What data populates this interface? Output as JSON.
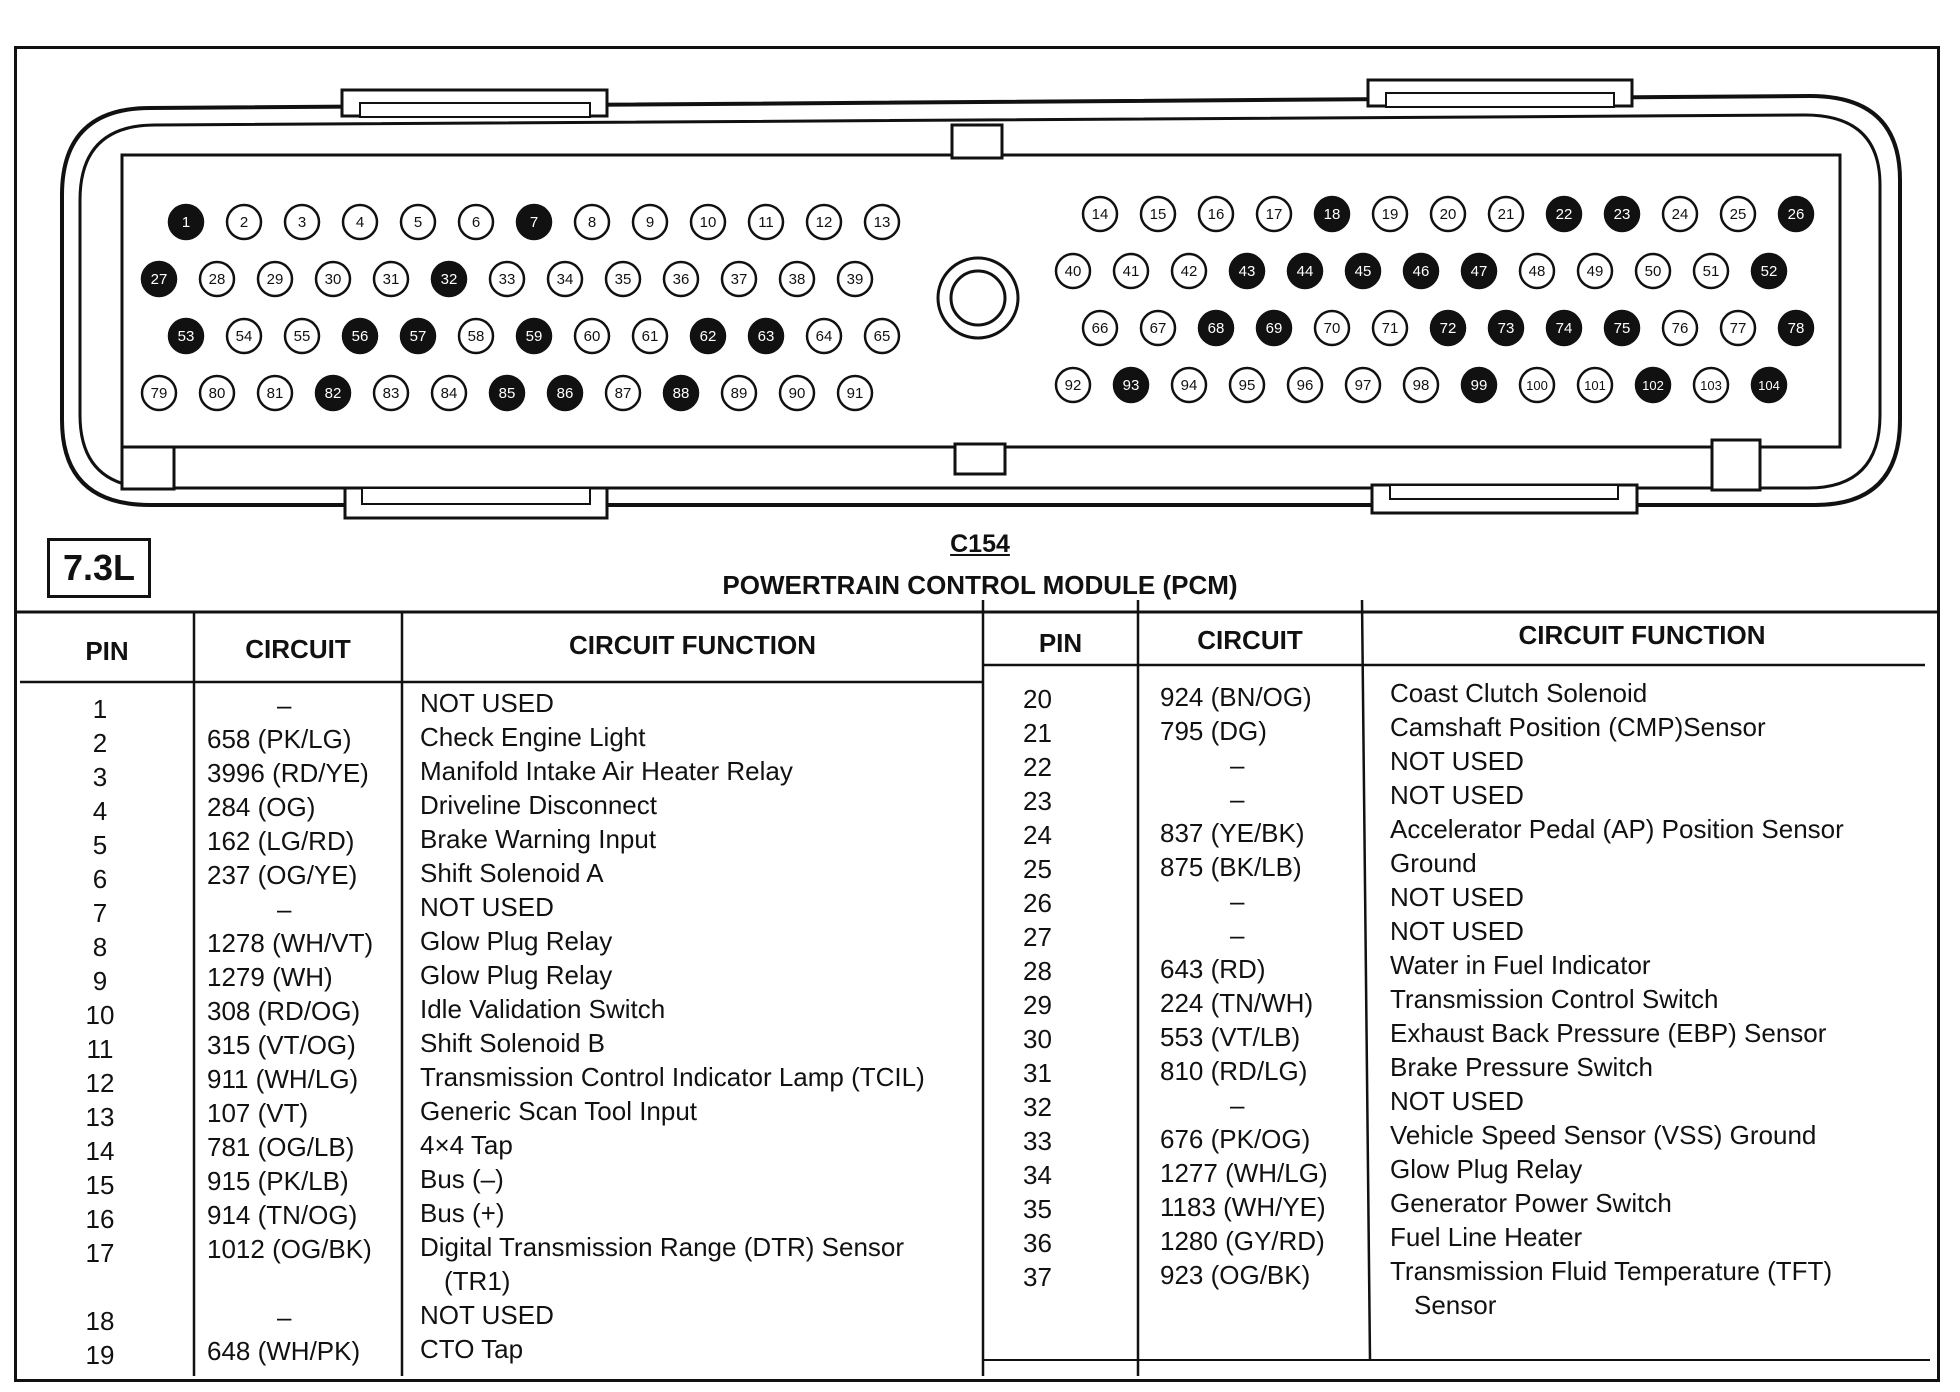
{
  "engine_label": "7.3L",
  "connector_id": "C154",
  "module_title": "POWERTRAIN CONTROL MODULE (PCM)",
  "headers": {
    "pin": "PIN",
    "circuit": "CIRCUIT",
    "function": "CIRCUIT FUNCTION"
  },
  "connector": {
    "filled_pins": [
      1,
      7,
      18,
      22,
      23,
      26,
      27,
      32,
      43,
      44,
      45,
      46,
      47,
      52,
      53,
      56,
      57,
      59,
      62,
      63,
      68,
      69,
      72,
      73,
      74,
      75,
      78,
      82,
      85,
      86,
      88,
      93,
      99,
      102,
      104
    ],
    "left_rows": [
      [
        1,
        2,
        3,
        4,
        5,
        6,
        7,
        8,
        9,
        10,
        11,
        12,
        13
      ],
      [
        27,
        28,
        29,
        30,
        31,
        32,
        33,
        34,
        35,
        36,
        37,
        38,
        39
      ],
      [
        53,
        54,
        55,
        56,
        57,
        58,
        59,
        60,
        61,
        62,
        63,
        64,
        65
      ],
      [
        79,
        80,
        81,
        82,
        83,
        84,
        85,
        86,
        87,
        88,
        89,
        90,
        91
      ]
    ],
    "right_rows": [
      [
        14,
        15,
        16,
        17,
        18,
        19,
        20,
        21,
        22,
        23,
        24,
        25,
        26
      ],
      [
        40,
        41,
        42,
        43,
        44,
        45,
        46,
        47,
        48,
        49,
        50,
        51,
        52
      ],
      [
        66,
        67,
        68,
        69,
        70,
        71,
        72,
        73,
        74,
        75,
        76,
        77,
        78
      ],
      [
        92,
        93,
        94,
        95,
        96,
        97,
        98,
        99,
        100,
        101,
        102,
        103,
        104
      ]
    ]
  },
  "left_table": {
    "pins": [
      "1",
      "2",
      "3",
      "4",
      "5",
      "6",
      "7",
      "8",
      "9",
      "10",
      "11",
      "12",
      "13",
      "14",
      "15",
      "16",
      "17",
      "18",
      "19"
    ],
    "circuits": [
      "–",
      "658 (PK/LG)",
      "3996 (RD/YE)",
      "284 (OG)",
      "162 (LG/RD)",
      "237 (OG/YE)",
      "–",
      "1278 (WH/VT)",
      "1279 (WH)",
      "308 (RD/OG)",
      "315 (VT/OG)",
      "911 (WH/LG)",
      "107 (VT)",
      "781 (OG/LB)",
      "915 (PK/LB)",
      "914 (TN/OG)",
      "1012 (OG/BK)",
      "–",
      "648 (WH/PK)"
    ],
    "functions": [
      {
        "text": "NOT USED"
      },
      {
        "text": "Check Engine Light"
      },
      {
        "text": "Manifold Intake Air Heater Relay"
      },
      {
        "text": "Driveline Disconnect"
      },
      {
        "text": "Brake Warning Input"
      },
      {
        "text": "Shift Solenoid A"
      },
      {
        "text": "NOT USED"
      },
      {
        "text": "Glow Plug Relay"
      },
      {
        "text": "Glow Plug Relay"
      },
      {
        "text": "Idle Validation Switch"
      },
      {
        "text": "Shift Solenoid B"
      },
      {
        "text": "Transmission Control Indicator Lamp (TCIL)"
      },
      {
        "text": "Generic Scan Tool Input"
      },
      {
        "text": "4×4 Tap"
      },
      {
        "text": "Bus (–)"
      },
      {
        "text": "Bus (+)"
      },
      {
        "text": "Digital Transmission Range (DTR) Sensor",
        "cont": "(TR1)"
      },
      {
        "text": "NOT USED"
      },
      {
        "text": "CTO Tap"
      }
    ]
  },
  "right_table": {
    "pins": [
      "20",
      "21",
      "22",
      "23",
      "24",
      "25",
      "26",
      "27",
      "28",
      "29",
      "30",
      "31",
      "32",
      "33",
      "34",
      "35",
      "36",
      "37"
    ],
    "circuits": [
      "924 (BN/OG)",
      "795 (DG)",
      "–",
      "–",
      "837 (YE/BK)",
      "875 (BK/LB)",
      "–",
      "–",
      "643 (RD)",
      "224 (TN/WH)",
      "553 (VT/LB)",
      "810 (RD/LG)",
      "–",
      "676 (PK/OG)",
      "1277 (WH/LG)",
      "1183 (WH/YE)",
      "1280 (GY/RD)",
      "923 (OG/BK)"
    ],
    "functions": [
      {
        "text": "Coast Clutch Solenoid"
      },
      {
        "text": "Camshaft Position (CMP)Sensor"
      },
      {
        "text": "NOT USED"
      },
      {
        "text": "NOT USED"
      },
      {
        "text": "Accelerator Pedal (AP) Position Sensor"
      },
      {
        "text": "Ground"
      },
      {
        "text": "NOT USED"
      },
      {
        "text": "NOT USED"
      },
      {
        "text": "Water in Fuel Indicator"
      },
      {
        "text": "Transmission Control Switch"
      },
      {
        "text": "Exhaust Back Pressure (EBP) Sensor"
      },
      {
        "text": "Brake Pressure Switch"
      },
      {
        "text": "NOT USED"
      },
      {
        "text": "Vehicle Speed Sensor (VSS) Ground"
      },
      {
        "text": "Glow Plug Relay"
      },
      {
        "text": "Generator Power Switch"
      },
      {
        "text": "Fuel Line Heater"
      },
      {
        "text": "Transmission Fluid Temperature (TFT)",
        "cont": "Sensor"
      }
    ]
  }
}
